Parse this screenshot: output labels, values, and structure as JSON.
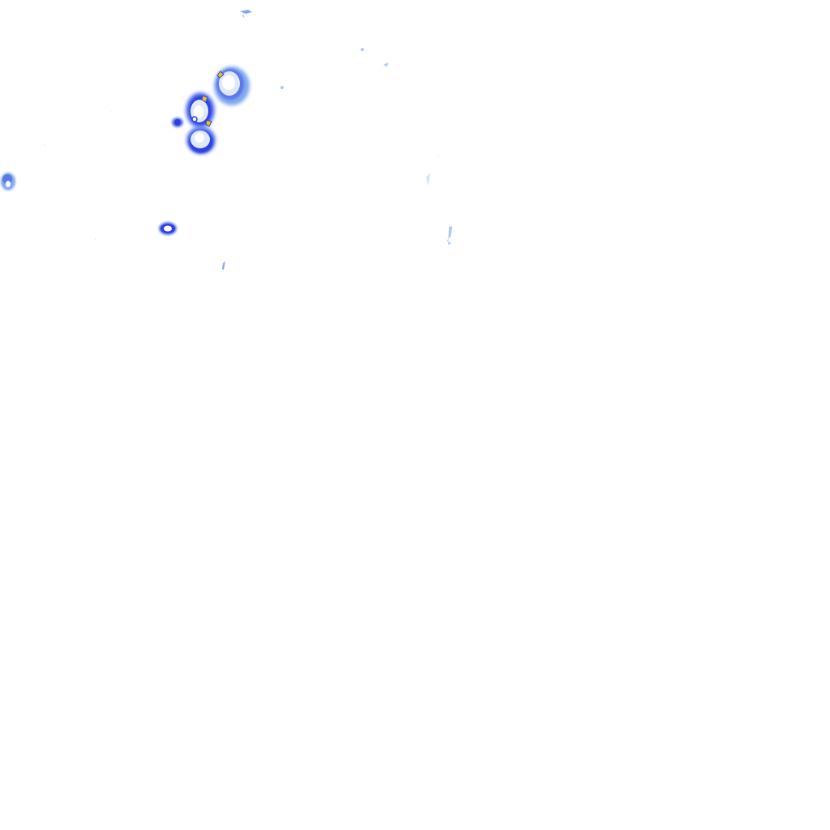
{
  "map": {
    "type": "radar-reflectivity-overlay",
    "background": "#ffffff",
    "palette": {
      "trace": "#cfe3fb",
      "light": "#a9c8f5",
      "light_blue": "#7fa8f0",
      "medium": "#5b78ea",
      "heavy": "#2f3fe0",
      "core": "#f4c20d"
    },
    "cells": [
      {
        "id": "cell-north-east",
        "intensity": "moderate",
        "has_core": true
      },
      {
        "id": "cell-central-upper",
        "intensity": "moderate",
        "has_core": true
      },
      {
        "id": "cell-central-lower",
        "intensity": "moderate",
        "has_core": false
      },
      {
        "id": "cell-small-west",
        "intensity": "light",
        "has_core": false
      },
      {
        "id": "cell-ring",
        "intensity": "light",
        "has_core": false
      },
      {
        "id": "cell-edge-left",
        "intensity": "light",
        "has_core": false
      }
    ]
  }
}
